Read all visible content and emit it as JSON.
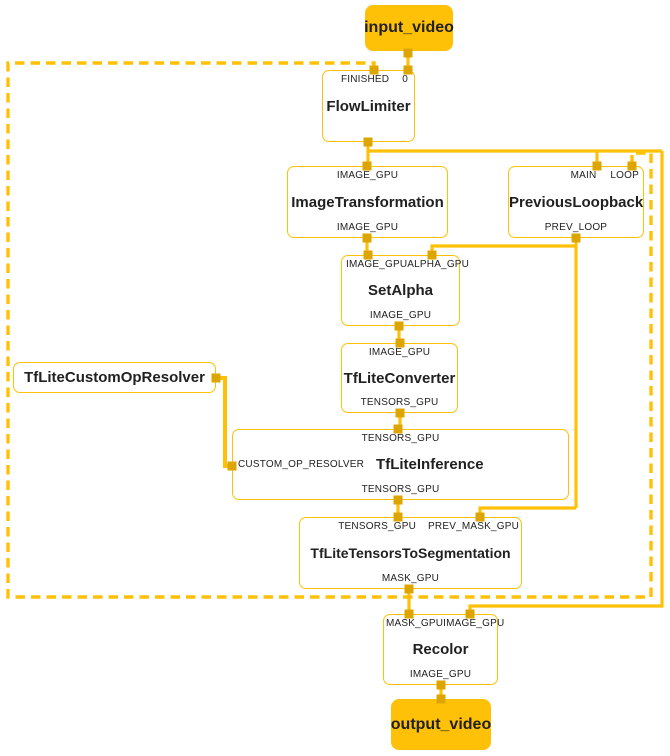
{
  "graph": {
    "kind": "mediapipe-calculator-graph",
    "colors": {
      "edge": "#FFC107",
      "dashed_backedge": "#FFC107",
      "port": "#DDA502",
      "node_border": "#FFC107",
      "terminal_fill": "#FFC107",
      "text": "#212121",
      "background": "#ffffff"
    },
    "terminals": {
      "input_video": {
        "label": "input_video"
      },
      "output_video": {
        "label": "output_video"
      }
    },
    "nodes": {
      "flow_limiter": {
        "title": "FlowLimiter",
        "ports": {
          "finished": "FINISHED",
          "zero": "0"
        }
      },
      "image_transformation": {
        "title": "ImageTransformation",
        "ports": {
          "in": "IMAGE_GPU",
          "out": "IMAGE_GPU"
        }
      },
      "previous_loopback": {
        "title": "PreviousLoopback",
        "ports": {
          "main": "MAIN",
          "loop": "LOOP",
          "out": "PREV_LOOP"
        }
      },
      "set_alpha": {
        "title": "SetAlpha",
        "ports": {
          "image": "IMAGE_GPU",
          "alpha": "ALPHA_GPU",
          "out": "IMAGE_GPU"
        }
      },
      "tflite_converter": {
        "title": "TfLiteConverter",
        "ports": {
          "in": "IMAGE_GPU",
          "out": "TENSORS_GPU"
        }
      },
      "tflite_custom_op_resolver": {
        "title": "TfLiteCustomOpResolver"
      },
      "tflite_inference": {
        "title": "TfLiteInference",
        "ports": {
          "in": "TENSORS_GPU",
          "resolver": "CUSTOM_OP_RESOLVER",
          "out": "TENSORS_GPU"
        }
      },
      "tflite_tensors_to_segmentation": {
        "title": "TfLiteTensorsToSegmentation",
        "ports": {
          "tensors": "TENSORS_GPU",
          "prev_mask": "PREV_MASK_GPU",
          "out": "MASK_GPU"
        }
      },
      "recolor": {
        "title": "Recolor",
        "ports": {
          "mask": "MASK_GPU",
          "image": "IMAGE_GPU",
          "out": "IMAGE_GPU"
        }
      }
    },
    "edges": [
      {
        "from": "input_video",
        "to": "FlowLimiter.0",
        "style": "solid"
      },
      {
        "from": "FlowLimiter",
        "to": "ImageTransformation.IMAGE_GPU",
        "style": "solid"
      },
      {
        "from": "FlowLimiter",
        "to": "PreviousLoopback.MAIN",
        "style": "solid"
      },
      {
        "from": "FlowLimiter",
        "to": "Recolor.IMAGE_GPU",
        "style": "solid"
      },
      {
        "from": "ImageTransformation.IMAGE_GPU",
        "to": "SetAlpha.IMAGE_GPU",
        "style": "solid"
      },
      {
        "from": "PreviousLoopback.PREV_LOOP",
        "to": "SetAlpha.ALPHA_GPU",
        "style": "solid"
      },
      {
        "from": "PreviousLoopback.PREV_LOOP",
        "to": "TfLiteTensorsToSegmentation.PREV_MASK_GPU",
        "style": "solid"
      },
      {
        "from": "SetAlpha.IMAGE_GPU",
        "to": "TfLiteConverter.IMAGE_GPU",
        "style": "solid"
      },
      {
        "from": "TfLiteConverter.TENSORS_GPU",
        "to": "TfLiteInference.TENSORS_GPU",
        "style": "solid"
      },
      {
        "from": "TfLiteCustomOpResolver",
        "to": "TfLiteInference.CUSTOM_OP_RESOLVER",
        "style": "solid"
      },
      {
        "from": "TfLiteInference.TENSORS_GPU",
        "to": "TfLiteTensorsToSegmentation.TENSORS_GPU",
        "style": "solid"
      },
      {
        "from": "TfLiteTensorsToSegmentation.MASK_GPU",
        "to": "Recolor.MASK_GPU",
        "style": "solid"
      },
      {
        "from": "TfLiteTensorsToSegmentation.MASK_GPU",
        "to": "FlowLimiter.FINISHED",
        "style": "dashed"
      },
      {
        "from": "TfLiteTensorsToSegmentation.MASK_GPU",
        "to": "PreviousLoopback.LOOP",
        "style": "dashed"
      },
      {
        "from": "Recolor.IMAGE_GPU",
        "to": "output_video",
        "style": "solid"
      }
    ]
  }
}
